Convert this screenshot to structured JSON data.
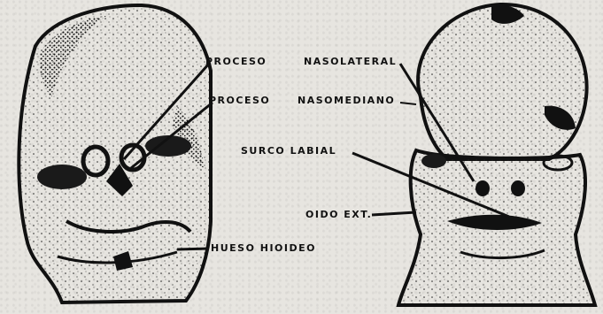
{
  "labels": {
    "proceso_upper": "PROCESO",
    "nasolateral": "NASOLATERAL",
    "proceso_lower": "PROCESO",
    "nasomediano": "NASOMEDIANO",
    "surco_labial": "SURCO LABIAL",
    "oido_ext": "OIDO EXT.",
    "hueso_hioideo": "HUESO HIOIDEO"
  },
  "colors": {
    "ink": "#111111",
    "paper": "#e7e5e0"
  }
}
